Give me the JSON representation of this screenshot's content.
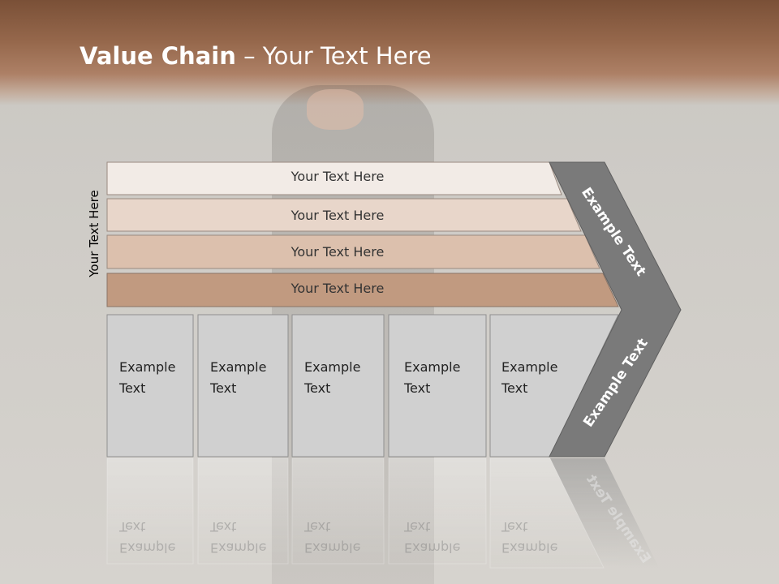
{
  "slide": {
    "title_bold": "Value Chain",
    "title_rest": " – Your Text Here",
    "side_label": "Your Text Here",
    "bars": [
      {
        "label": "Your Text Here",
        "color": "#f2ebe6"
      },
      {
        "label": "Your Text Here",
        "color": "#e8d6ca"
      },
      {
        "label": "Your Text Here",
        "color": "#dcc0ad"
      },
      {
        "label": "Your Text Here",
        "color": "#c19a80"
      }
    ],
    "boxes": [
      {
        "line1": "Example",
        "line2": "Text"
      },
      {
        "line1": "Example",
        "line2": "Text"
      },
      {
        "line1": "Example",
        "line2": "Text"
      },
      {
        "line1": "Example",
        "line2": "Text"
      },
      {
        "line1": "Example",
        "line2": "Text"
      }
    ],
    "chevron_top_label": "Example Text",
    "chevron_bottom_label": "Example Text",
    "colors": {
      "header": "#8a5c41",
      "chevron": "#7a7a7a",
      "box_fill": "#d0d0d0",
      "box_border": "#8f8f8f"
    }
  }
}
